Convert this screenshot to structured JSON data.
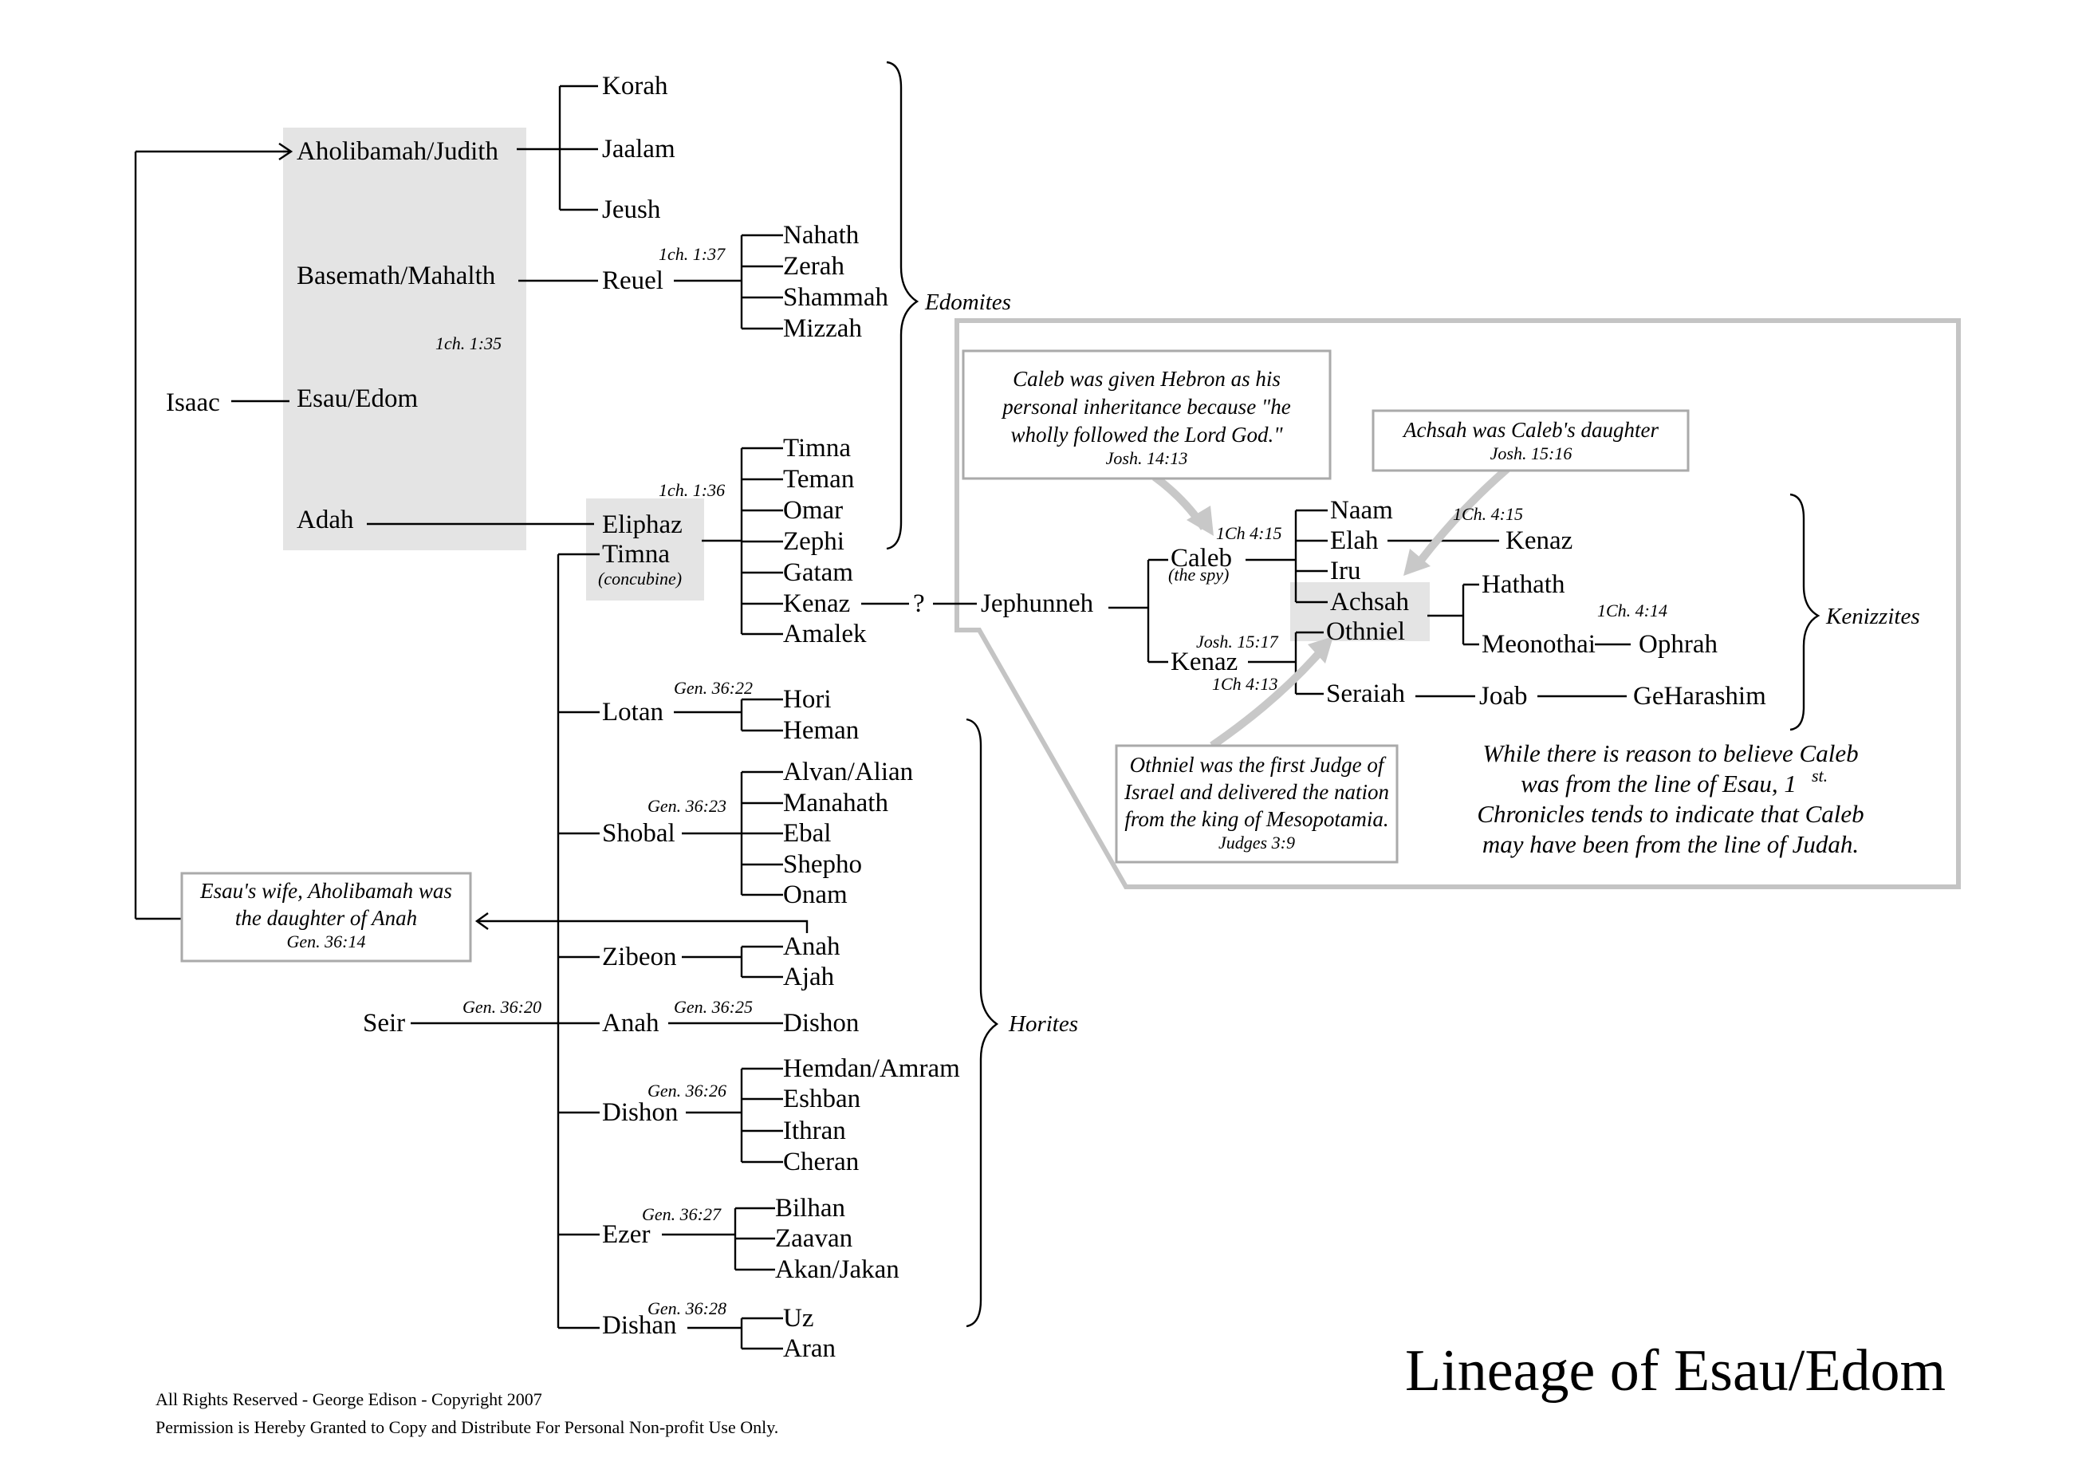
{
  "title": "Lineage of Esau/Edom",
  "footer": {
    "line1": "All Rights Reserved  -  George Edison  -  Copyright 2007",
    "line2": "Permission is Hereby Granted to Copy and Distribute For Personal Non-profit Use Only."
  },
  "people": {
    "isaac": "Isaac",
    "aholibamah": "Aholibamah/Judith",
    "basemath": "Basemath/Mahalth",
    "esau": "Esau/Edom",
    "adah": "Adah",
    "korah": "Korah",
    "jaalam": "Jaalam",
    "jeush": "Jeush",
    "reuel": "Reuel",
    "nahath": "Nahath",
    "zerah": "Zerah",
    "shammah": "Shammah",
    "mizzah": "Mizzah",
    "eliphaz": "Eliphaz",
    "timna": "Timna",
    "timna_note": "(concubine)",
    "timna2": "Timna",
    "teman": "Teman",
    "omar": "Omar",
    "zephi": "Zephi",
    "gatam": "Gatam",
    "kenaz": "Kenaz",
    "amalek": "Amalek",
    "question": "?",
    "jephunneh": "Jephunneh",
    "caleb": "Caleb",
    "caleb_note": "(the spy)",
    "kenaz2": "Kenaz",
    "naam": "Naam",
    "elah": "Elah",
    "iru": "Iru",
    "achsah": "Achsah",
    "othniel": "Othniel",
    "seraiah": "Seraiah",
    "kenaz3": "Kenaz",
    "hathath": "Hathath",
    "meonothai": "Meonothai",
    "ophrah": "Ophrah",
    "joab": "Joab",
    "geharashim": "GeHarashim",
    "seir": "Seir",
    "lotan": "Lotan",
    "hori": "Hori",
    "heman": "Heman",
    "shobal": "Shobal",
    "alvan": "Alvan/Alian",
    "manahath": "Manahath",
    "ebal": "Ebal",
    "shepho": "Shepho",
    "onam": "Onam",
    "zibeon": "Zibeon",
    "anah": "Anah",
    "ajah": "Ajah",
    "anah2": "Anah",
    "dishon": "Dishon",
    "dishon2": "Dishon",
    "hemdan": "Hemdan/Amram",
    "eshban": "Eshban",
    "ithran": "Ithran",
    "cheran": "Cheran",
    "ezer": "Ezer",
    "bilhan": "Bilhan",
    "zaavan": "Zaavan",
    "akan": "Akan/Jakan",
    "dishan": "Dishan",
    "uz": "Uz",
    "aran": "Aran"
  },
  "refs": {
    "r_1ch135": "1ch. 1:35",
    "r_1ch137": "1ch. 1:37",
    "r_1ch136": "1ch. 1:36",
    "r_1ch415a": "1Ch 4:15",
    "r_1ch415b": "1Ch. 4:15",
    "r_1ch414": "1Ch. 4:14",
    "r_josh1517": "Josh. 15:17",
    "r_1ch413": "1Ch 4:13",
    "r_gen3622": "Gen. 36:22",
    "r_gen3623": "Gen. 36:23",
    "r_gen3620": "Gen. 36:20",
    "r_gen3625": "Gen. 36:25",
    "r_gen3626": "Gen. 36:26",
    "r_gen3627": "Gen. 36:27",
    "r_gen3628": "Gen. 36:28"
  },
  "groups": {
    "edomites": "Edomites",
    "horites": "Horites",
    "kenizzites": "Kenizzites"
  },
  "notes": {
    "caleb": {
      "lines": [
        "Caleb was given Hebron as his",
        "personal inheritance because \"he",
        "wholly followed the Lord God.\""
      ],
      "ref": "Josh. 14:13"
    },
    "achsah": {
      "lines": [
        "Achsah was Caleb's daughter"
      ],
      "ref": "Josh. 15:16"
    },
    "othniel": {
      "lines": [
        "Othniel was the first Judge of",
        "Israel and delivered the nation",
        "from the king of Mesopotamia."
      ],
      "ref": "Judges 3:9"
    },
    "aholibamah": {
      "lines": [
        "Esau's wife, Aholibamah was",
        "the daughter of Anah"
      ],
      "ref": "Gen. 36:14"
    },
    "caleb_line": {
      "lines": [
        "While there is reason to believe Caleb",
        "was from the line of Esau, 1",
        "Chronicles tends to indicate that Caleb",
        "may have been from the line of Judah."
      ],
      "sup": "st."
    }
  }
}
